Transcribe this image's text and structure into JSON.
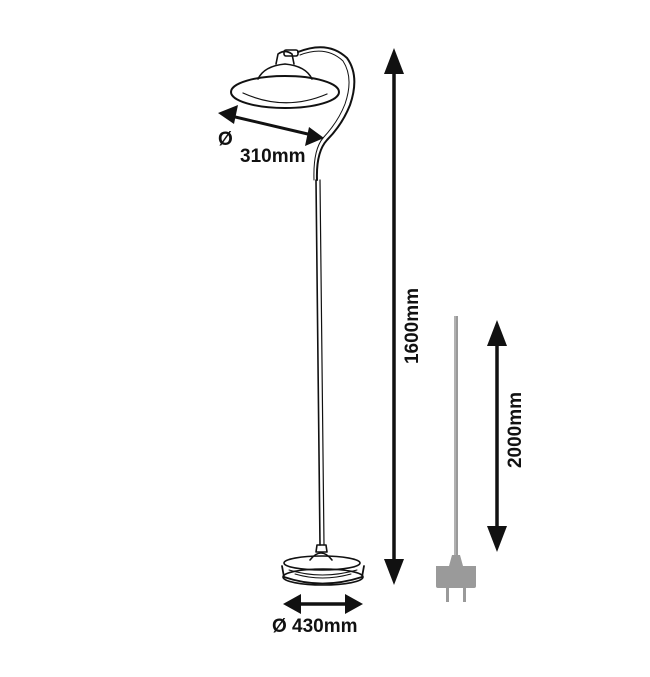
{
  "dimensions": {
    "shade_diameter": {
      "symbol": "Ø",
      "value": "310mm"
    },
    "base_diameter": {
      "symbol": "Ø",
      "value": "430mm"
    },
    "lamp_height": "1600mm",
    "cable_length": "2000mm"
  },
  "colors": {
    "line": "#111111",
    "cable": "#9a9a9a",
    "background": "#ffffff"
  }
}
